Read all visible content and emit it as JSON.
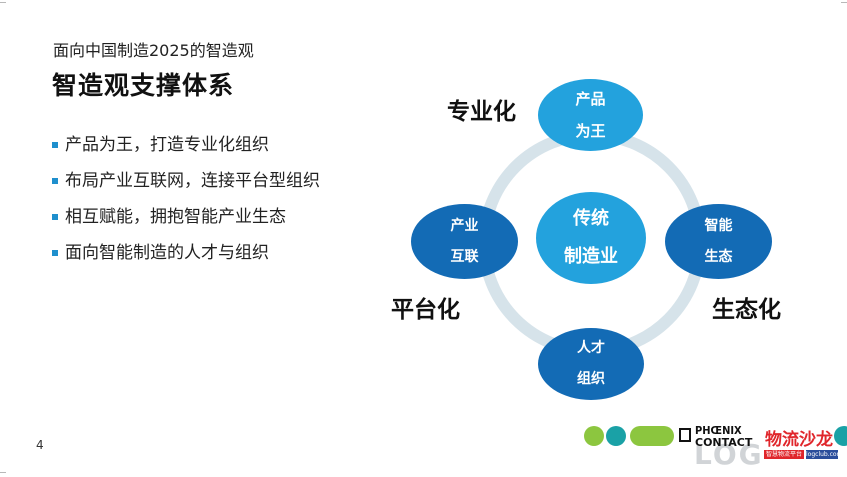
{
  "slide": {
    "subtitle": "面向中国制造2025的智造观",
    "title": "智造观支撑体系",
    "bullets": [
      "产品为王，打造专业化组织",
      "布局产业互联网，连接平台型组织",
      "相互赋能，拥抱智能产业生态",
      "面向智能制造的人才与组织"
    ],
    "page_number": "4"
  },
  "diagram": {
    "center": {
      "line1": "传统",
      "line2": "制造业"
    },
    "top": {
      "line1": "产品",
      "line2": "为王"
    },
    "left": {
      "line1": "产业",
      "line2": "互联"
    },
    "right": {
      "line1": "智能",
      "line2": "生态"
    },
    "bottom": {
      "line1": "人才",
      "line2": "组织"
    },
    "label_top": "专业化",
    "label_left": "平台化",
    "label_right": "生态化"
  },
  "footer": {
    "logo_line1": "PHŒNIX",
    "logo_line2": "CONTACT",
    "watermark_big": "LOG",
    "watermark_red": "物流沙龙",
    "watermark_tag": "智慧物流平台",
    "watermark_url": "logclub.com"
  },
  "colors": {
    "bullet_blue": "#1f8fcd",
    "light_blue": "#23a2dd",
    "dark_blue": "#136bb5",
    "ring": "#d6e3ea",
    "phoenix_green": "#8cc63f",
    "phoenix_teal": "#1aa1a6",
    "watermark_red": "#e0262b"
  }
}
